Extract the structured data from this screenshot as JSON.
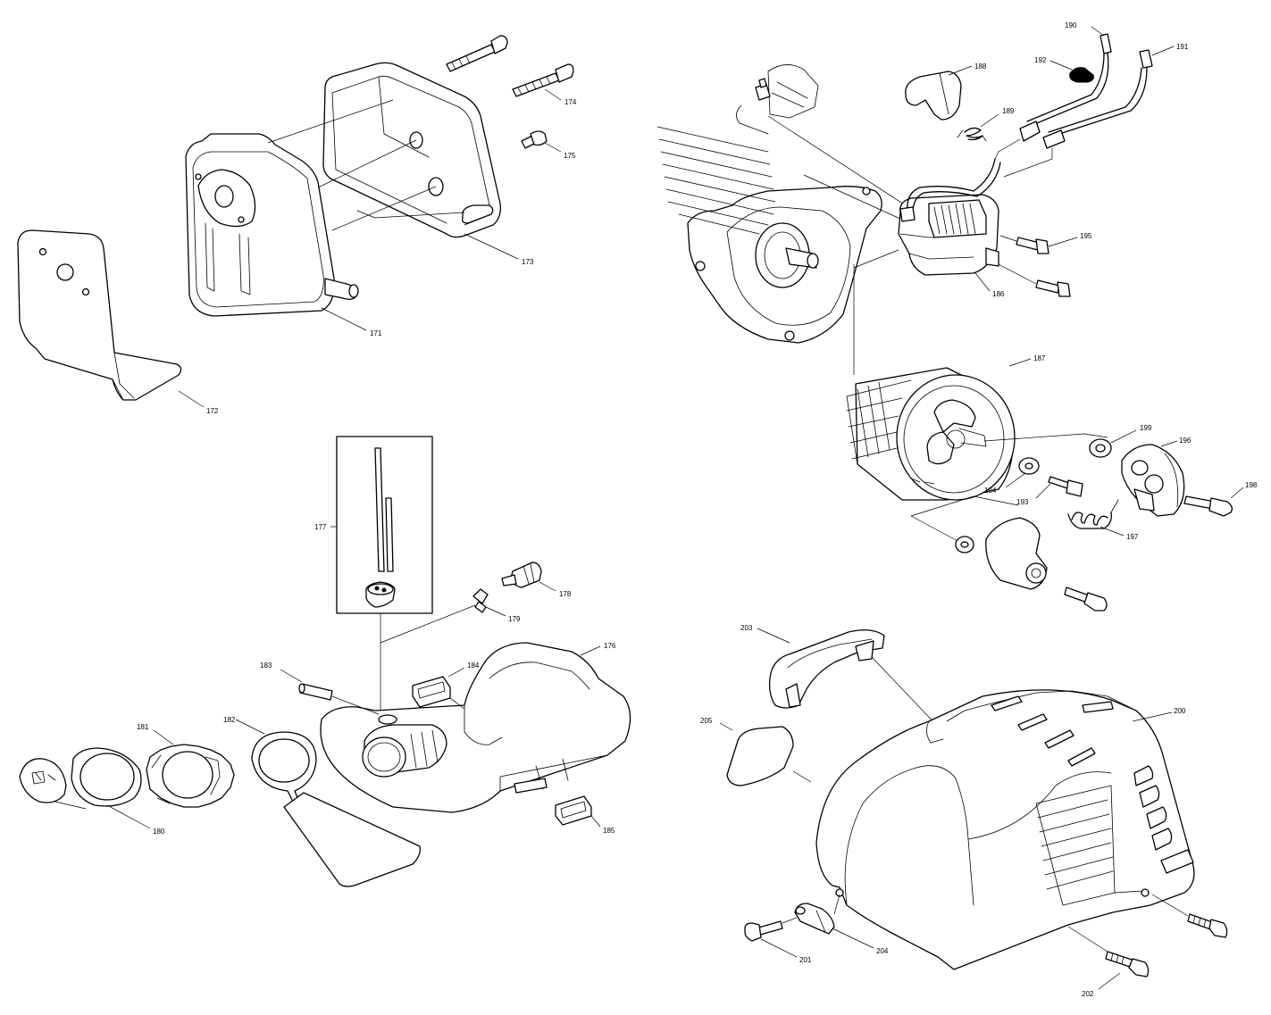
{
  "part_labels": {
    "p171": "171",
    "p172": "172",
    "p173": "173",
    "p174": "174",
    "p175": "175",
    "p176": "176",
    "p177": "177",
    "p178": "178",
    "p179": "179",
    "p180": "180",
    "p181": "181",
    "p182": "182",
    "p183": "183",
    "p184": "184",
    "p185": "185",
    "p186": "186",
    "p187": "187",
    "p188": "188",
    "p189": "189",
    "p190": "190",
    "p191": "191",
    "p192": "192",
    "p193": "193",
    "p194": "194",
    "p195": "195",
    "p196": "196",
    "p197": "197",
    "p198": "198",
    "p199": "199",
    "p200": "200",
    "p201": "201",
    "p202": "202",
    "p203": "203",
    "p204": "204",
    "p205": "205"
  },
  "colors": {
    "line": "#000000",
    "background": "#ffffff",
    "shade": "#cccccc"
  }
}
